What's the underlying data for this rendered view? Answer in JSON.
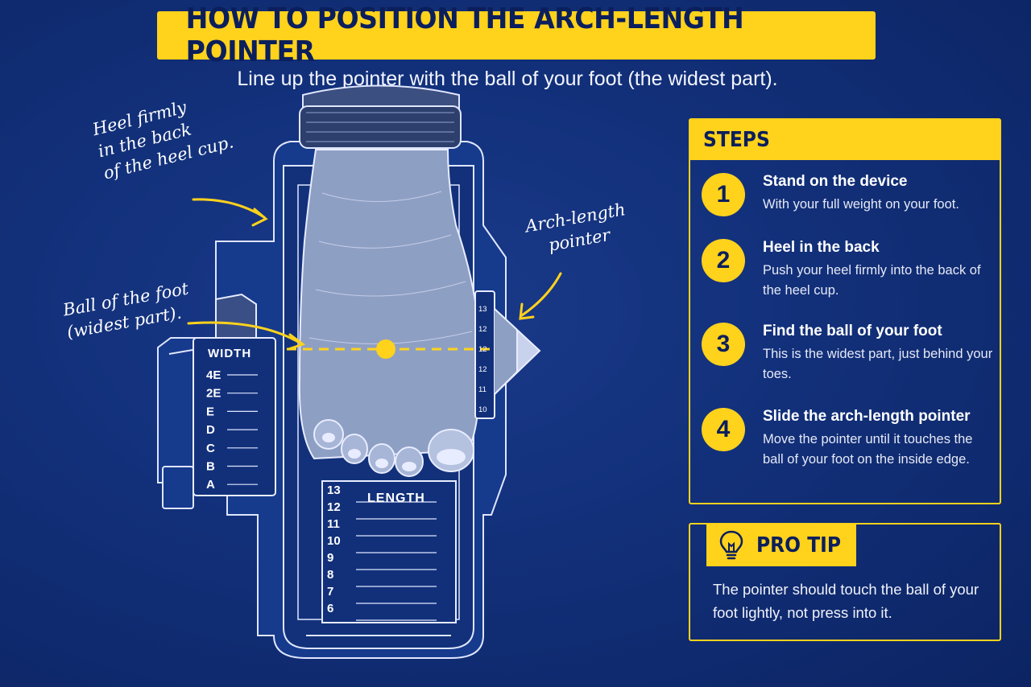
{
  "title": "HOW TO POSITION THE ARCH-LENGTH POINTER",
  "subtitle": "Line up the pointer with the ball of your foot (the widest part).",
  "annotations": {
    "heel": "Heel firmly\nin the back\nof the heel cup.",
    "ball": "Ball of the foot\n(widest part).",
    "pointer": "Arch-length\npointer"
  },
  "device": {
    "width_label": "WIDTH",
    "width_sizes": [
      "4E",
      "2E",
      "E",
      "D",
      "C",
      "B",
      "A"
    ],
    "length_label": "LENGTH",
    "length_sizes": [
      "13",
      "12",
      "11",
      "10",
      "9",
      "8",
      "7",
      "6"
    ],
    "pointer_scale": [
      "13",
      "12",
      "12",
      "12",
      "11",
      "10"
    ]
  },
  "steps_panel": {
    "header": "STEPS",
    "steps": [
      {
        "number": "1",
        "title": "Stand on the device",
        "description": "With your full weight on your foot."
      },
      {
        "number": "2",
        "title": "Heel in the back",
        "description": "Push your heel firmly into the back of the heel cup."
      },
      {
        "number": "3",
        "title": "Find the ball of your foot",
        "description": "This is the widest part, just behind your toes."
      },
      {
        "number": "4",
        "title": "Slide the arch-length pointer",
        "description": "Move the pointer until it touches the ball of your foot on the inside edge."
      }
    ]
  },
  "pro_tip": {
    "header": "PRO TIP",
    "icon": "lightbulb-icon",
    "text": "The pointer should touch the ball of your foot lightly, not press into it."
  },
  "colors": {
    "background": "#12307a",
    "accent": "#ffd21c",
    "dark_text": "#0b1f5c"
  }
}
